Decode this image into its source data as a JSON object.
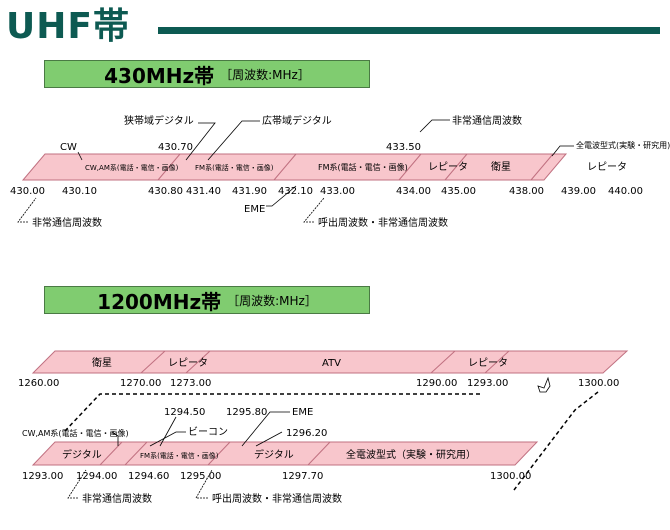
{
  "title": "UHF帯",
  "band430": {
    "heading": "430MHz帯",
    "unit": "［周波数:MHz］",
    "segments": [
      "CW,AM系(電話・電信・画像)",
      "FM系(電話・電信・画像)",
      "FM系(電話・電信・画像)",
      "レピータ",
      "衛星",
      "レピータ"
    ],
    "freq_labels_bottom": [
      "430.00",
      "430.10",
      "430.80",
      "431.40",
      "431.90",
      "432.10",
      "433.00",
      "434.00",
      "435.00",
      "438.00",
      "439.00",
      "440.00"
    ],
    "freq_labels_top": [
      "430.70",
      "433.50"
    ],
    "annotations": {
      "cw": "CW",
      "narrow_digital": "狭帯域デジタル",
      "wide_digital": "広帯域デジタル",
      "emergency_top": "非常通信周波数",
      "all_modes": "全電波型式(実験・研究用)",
      "emergency_bottom": "非常通信周波数",
      "eme": "EME",
      "calling": "呼出周波数・非常通信周波数"
    }
  },
  "band1200": {
    "heading": "1200MHz帯",
    "unit": "［周波数:MHz］",
    "upper_segments": [
      "衛星",
      "レピータ",
      "ATV",
      "レピータ"
    ],
    "upper_freq_labels": [
      "1260.00",
      "1270.00",
      "1273.00",
      "1290.00",
      "1293.00",
      "1300.00"
    ],
    "lower_segments": [
      "デジタル",
      "FM系(電話・電信・画像)",
      "デジタル",
      "全電波型式（実験・研究用）"
    ],
    "lower_freq_labels": [
      "1293.00",
      "1294.00",
      "1294.60",
      "1295.00",
      "1297.70",
      "1300.00"
    ],
    "lower_top_labels": [
      "1294.50",
      "1295.80",
      "1296.20"
    ],
    "annotations": {
      "cw_am": "CW,AM系(電話・電信・画像)",
      "beacon": "ビーコン",
      "eme": "EME",
      "emergency": "非常通信周波数",
      "calling": "呼出周波数・非常通信周波数"
    }
  },
  "colors": {
    "title": "#0d5a52",
    "band_fill": "#f8c6cc",
    "band_stroke": "#c07080",
    "heading_fill": "#80cc70"
  }
}
